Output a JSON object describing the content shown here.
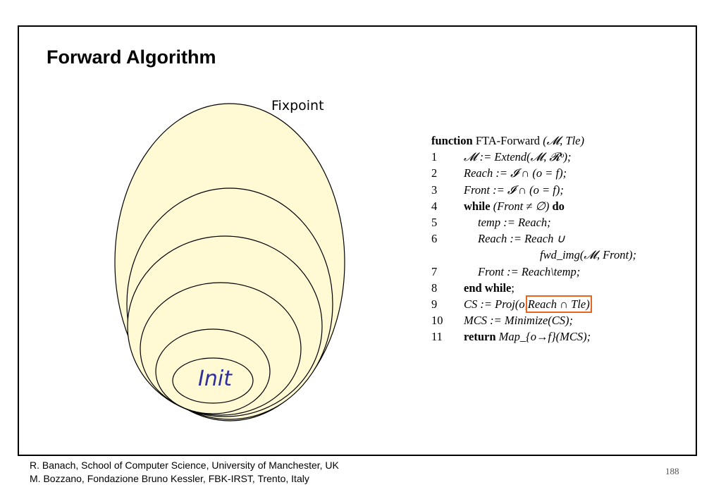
{
  "slide": {
    "title": "Forward Algorithm",
    "page_number": "188"
  },
  "diagram": {
    "outer_label": "Fixpoint",
    "inner_label": "Init",
    "ellipse_fill": "#fff9d4",
    "init_color": "#2e2e9e"
  },
  "algorithm": {
    "header_kw": "function",
    "header_name": "FTA-Forward",
    "header_args": "(𝓜, Tle)",
    "lines": [
      {
        "n": "1",
        "text": "𝓜 := Extend(𝓜, 𝓡ᵒ);"
      },
      {
        "n": "2",
        "text": "Reach := 𝓘 ∩ (o = f);"
      },
      {
        "n": "3",
        "text": "Front := 𝓘 ∩ (o = f);"
      },
      {
        "n": "4",
        "kw1": "while",
        "text": "(Front ≠ ∅)",
        "kw2": "do"
      },
      {
        "n": "5",
        "text": "temp := Reach;"
      },
      {
        "n": "6",
        "text": "Reach := Reach ∪"
      },
      {
        "n": "",
        "text": "fwd_img(𝓜, Front);"
      },
      {
        "n": "7",
        "text": "Front := Reach\\temp;"
      },
      {
        "n": "8",
        "kw1": "end while",
        "text": ";"
      },
      {
        "n": "9",
        "text_pre": "CS := Proj(o,",
        "text_hl": "Reach ∩ Tle)",
        "text_post": ";"
      },
      {
        "n": "10",
        "text": "MCS := Minimize(CS);"
      },
      {
        "n": "11",
        "kw1": "return",
        "text": "Map_{o→f}(MCS);"
      }
    ],
    "highlight_color": "#e8651f"
  },
  "footer": {
    "line1": "R. Banach, School of  Computer Science, University of Manchester, UK",
    "line2": "M. Bozzano, Fondazione Bruno Kessler, FBK-IRST, Trento, Italy"
  }
}
